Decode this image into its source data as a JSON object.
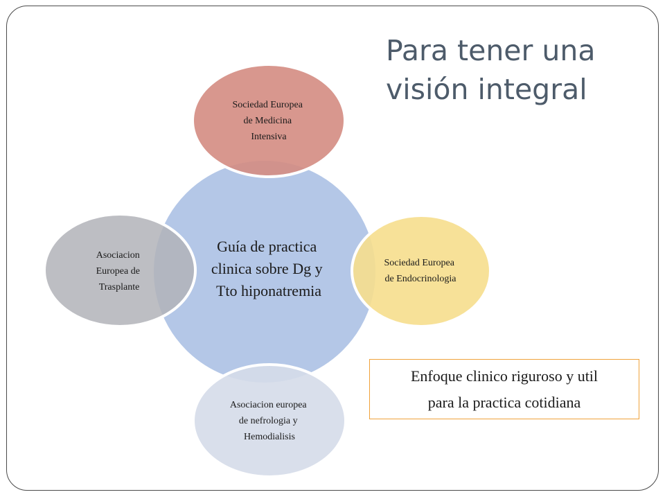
{
  "title": {
    "line1": "Para tener una",
    "line2": "visión integral"
  },
  "diagram": {
    "center": {
      "line1": "Guía de practica",
      "line2": "clinica sobre Dg y",
      "line3": "Tto hiponatremia",
      "color": "#b4c7e7"
    },
    "top": {
      "line1": "Sociedad Europea",
      "line2": "de Medicina",
      "line3": "Intensiva",
      "color": "#d48c82"
    },
    "right": {
      "line1": "Sociedad Europea",
      "line2": "de Endocrinologia",
      "color": "#f6de8d"
    },
    "bottom": {
      "line1": "Asociacion europea",
      "line2": "de nefrologia y",
      "line3": "Hemodialisis",
      "color": "#d5dbe9"
    },
    "left": {
      "line1": "Asociacion",
      "line2": "Europea de",
      "line3": "Trasplante",
      "color": "#b1b3b9"
    }
  },
  "callout": {
    "line1": "Enfoque clinico riguroso y util",
    "line2": "para la practica cotidiana",
    "border_color": "#f0a23a"
  }
}
